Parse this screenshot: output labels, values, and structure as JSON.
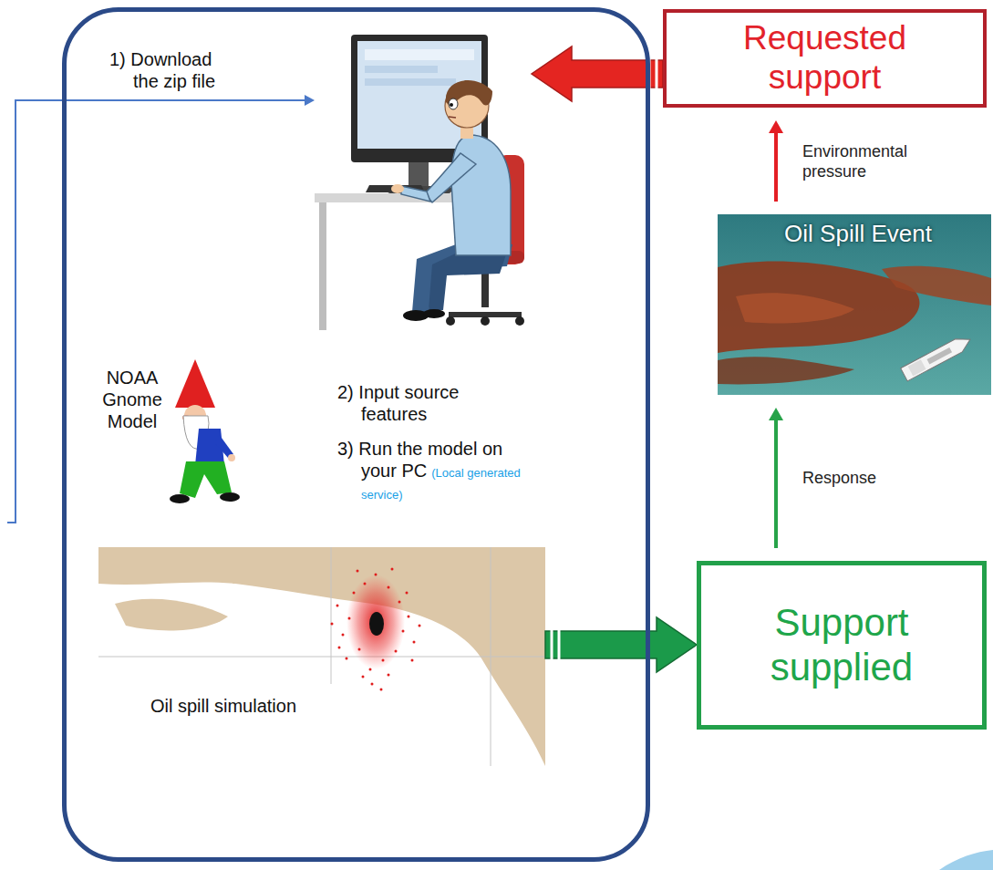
{
  "diagram": {
    "nodes": [
      {
        "text": [
          "1) Download the zip file"
        ]
      },
      {
        "text": [
          "2) Input source features",
          "3) Run the model on your PC",
          "(Local generated service)"
        ],
        "in": 0
      },
      {
        "text": [
          "Oil spill simulation"
        ],
        "in": 0
      },
      {
        "text": [
          "Requested support"
        ]
      },
      {
        "text": [
          "Oil Spill Event"
        ]
      },
      {
        "text": [
          "Support supplied"
        ]
      }
    ],
    "edges": [
      {
        "from": 3,
        "to": 1,
        "arrow": "to"
      },
      {
        "from": 4,
        "to": 3,
        "label": "Environmental pressure",
        "arrow": "to"
      },
      {
        "from": 5,
        "to": 4,
        "label": "Response",
        "arrow": "to"
      },
      {
        "from": 2,
        "to": 5,
        "arrow": "to"
      }
    ],
    "labels": [
      "NOAA Gnome Model"
    ]
  }
}
